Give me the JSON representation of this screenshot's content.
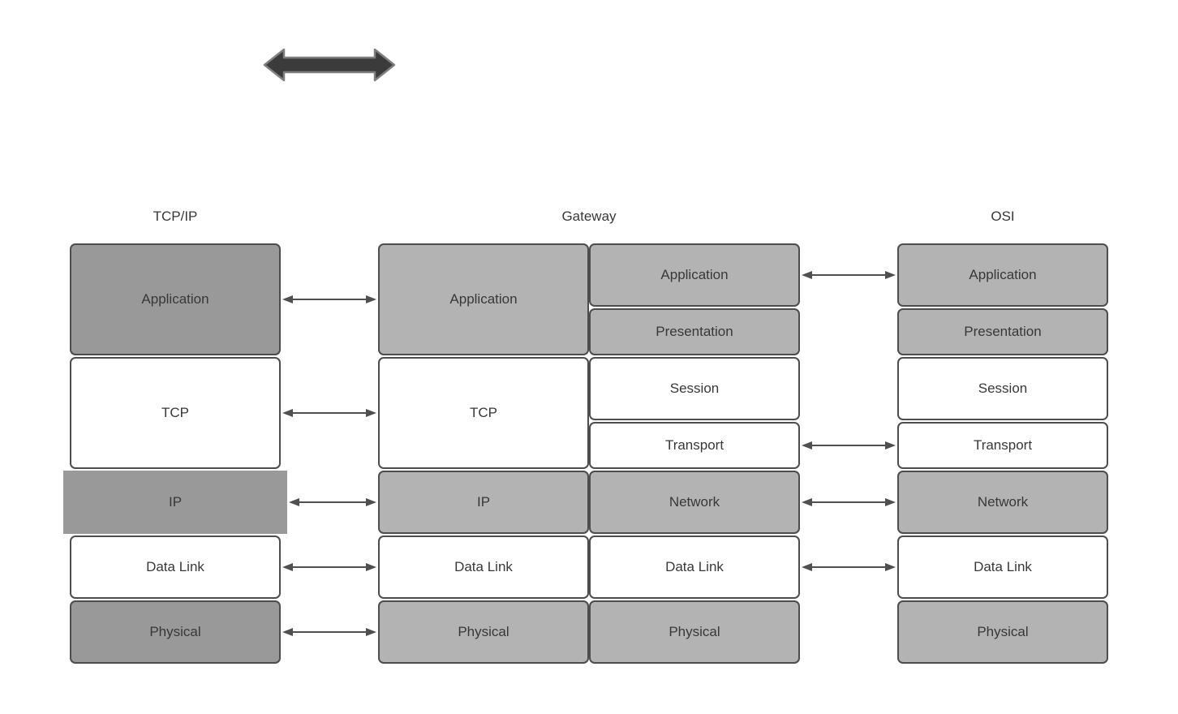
{
  "headers": {
    "tcpip": "TCP/IP",
    "gateway": "Gateway",
    "osi": "OSI"
  },
  "columns": {
    "tcpip": {
      "layers": [
        {
          "label": "Application",
          "tone": "dark",
          "size": "tall"
        },
        {
          "label": "TCP",
          "tone": "white",
          "size": "tall"
        },
        {
          "label": "IP",
          "tone": "dark",
          "size": "normal",
          "borderless": true
        },
        {
          "label": "Data Link",
          "tone": "white",
          "size": "normal"
        },
        {
          "label": "Physical",
          "tone": "dark",
          "size": "normal"
        }
      ]
    },
    "gateway_left": {
      "layers": [
        {
          "label": "Application",
          "tone": "light",
          "size": "tall"
        },
        {
          "label": "TCP",
          "tone": "white",
          "size": "tall"
        },
        {
          "label": "IP",
          "tone": "light",
          "size": "normal"
        },
        {
          "label": "Data Link",
          "tone": "white",
          "size": "normal"
        },
        {
          "label": "Physical",
          "tone": "light",
          "size": "normal"
        }
      ]
    },
    "gateway_right": {
      "layers": [
        {
          "label": "Application",
          "tone": "light",
          "size": "normal"
        },
        {
          "label": "Presentation",
          "tone": "light",
          "size": "short"
        },
        {
          "label": "Session",
          "tone": "white",
          "size": "normal"
        },
        {
          "label": "Transport",
          "tone": "white",
          "size": "short"
        },
        {
          "label": "Network",
          "tone": "light",
          "size": "normal"
        },
        {
          "label": "Data Link",
          "tone": "white",
          "size": "normal"
        },
        {
          "label": "Physical",
          "tone": "light",
          "size": "normal"
        }
      ]
    },
    "osi": {
      "layers": [
        {
          "label": "Application",
          "tone": "light",
          "size": "normal"
        },
        {
          "label": "Presentation",
          "tone": "light",
          "size": "short"
        },
        {
          "label": "Session",
          "tone": "white",
          "size": "normal"
        },
        {
          "label": "Transport",
          "tone": "white",
          "size": "short"
        },
        {
          "label": "Network",
          "tone": "light",
          "size": "normal"
        },
        {
          "label": "Data Link",
          "tone": "white",
          "size": "normal"
        },
        {
          "label": "Physical",
          "tone": "light",
          "size": "normal"
        }
      ]
    }
  },
  "connections": {
    "left": [
      "Application",
      "TCP",
      "IP",
      "Data Link",
      "Physical"
    ],
    "right": [
      "Application",
      "Transport",
      "Network",
      "Data Link"
    ]
  },
  "colors": {
    "dark": "#999999",
    "light": "#b3b3b3",
    "white": "#ffffff",
    "border": "#4d4d4d",
    "text": "#383838",
    "arrow": "#4f4f4f",
    "thick_arrow_fill": "#3b3b3b",
    "thick_arrow_stroke": "#7f7f7f",
    "background": "#ffffff"
  }
}
